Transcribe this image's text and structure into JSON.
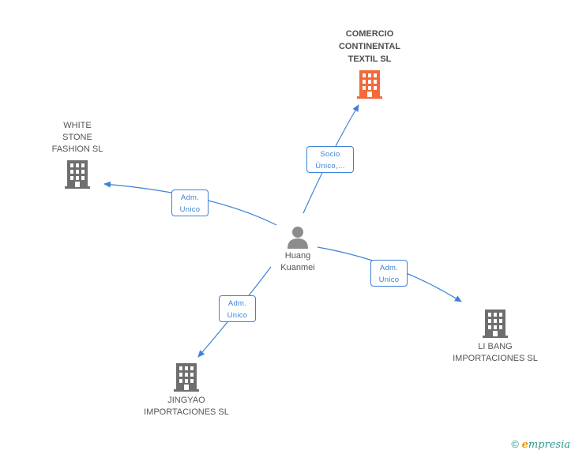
{
  "colors": {
    "edge": "#3c82d6",
    "company_icon": "#6e6e6e",
    "company_icon_highlight": "#f4693a",
    "person_icon": "#8c8c8c",
    "label_text": "#555555"
  },
  "nodes": {
    "comercio": {
      "label": "COMERCIO\nCONTINENTAL\nTEXTIL SL",
      "icon": "building-icon-highlight"
    },
    "white_stone": {
      "label": "WHITE\nSTONE\nFASHION SL",
      "icon": "building-icon"
    },
    "li_bang": {
      "label": "LI BANG\nIMPORTACIONES SL",
      "icon": "building-icon"
    },
    "jingyao": {
      "label": "JINGYAO\nIMPORTACIONES SL",
      "icon": "building-icon"
    },
    "person": {
      "label": "Huang\nKuanmei",
      "icon": "person-icon"
    }
  },
  "edges": {
    "to_comercio": "Socio\nÚnico,...",
    "to_white_stone": "Adm.\nUnico",
    "to_li_bang": "Adm.\nUnico",
    "to_jingyao": "Adm.\nUnico"
  },
  "footer": {
    "copyright": "©",
    "brand_e": "e",
    "brand_rest": "mpresia"
  }
}
